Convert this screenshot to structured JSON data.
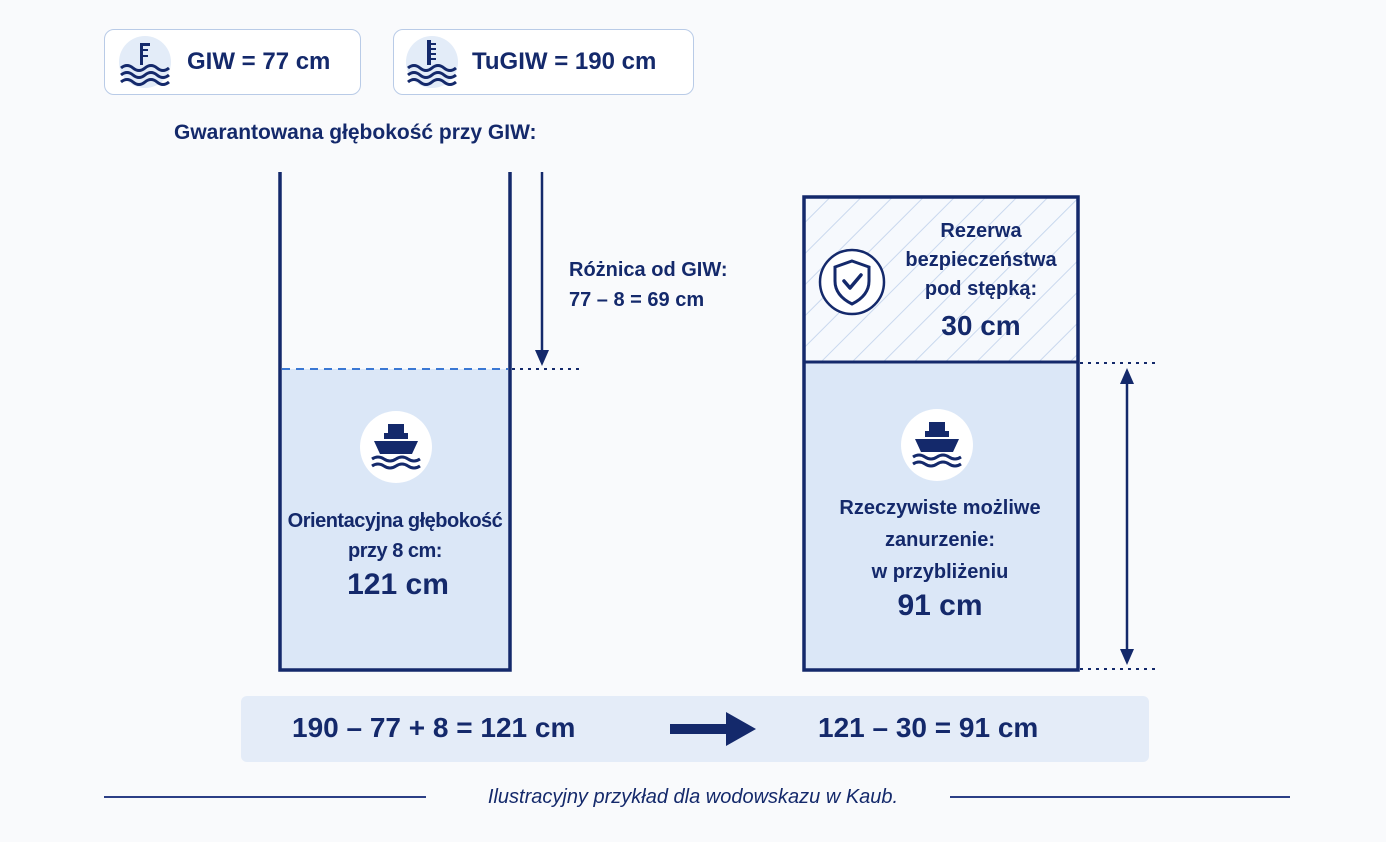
{
  "badges": {
    "giw": {
      "label": "GIW = 77 cm",
      "icon": "water-gauge-icon"
    },
    "tugiw": {
      "label": "TuGIW = 190 cm",
      "icon": "water-gauge-icon"
    }
  },
  "heading": "Gwarantowana głębokość przy GIW:",
  "difference": {
    "line1": "Różnica od GIW:",
    "line2": "77 – 8 = 69 cm"
  },
  "left_column": {
    "label_line1": "Orientacyjna głębokość",
    "label_line2": "przy 8 cm:",
    "value": "121 cm",
    "icon": "ship-icon"
  },
  "reserve": {
    "line1": "Rezerwa",
    "line2": "bezpieczeństwa",
    "line3": "pod stępką:",
    "value": "30 cm",
    "icon": "shield-check-icon"
  },
  "right_column": {
    "label_line1": "Rzeczywiste możliwe",
    "label_line2": "zanurzenie:",
    "label_line3": "w przybliżeniu",
    "value": "91 cm",
    "icon": "ship-icon"
  },
  "formula": {
    "left": "190 – 77 + 8 = 121 cm",
    "right": "121 – 30 = 91 cm",
    "arrow_icon": "arrow-right-icon"
  },
  "footnote": "Ilustracyjny przykład dla wodowskazu w Kaub.",
  "colors": {
    "navy": "#14296b",
    "water": "#dbe7f7",
    "border": "#b9cbe7"
  }
}
